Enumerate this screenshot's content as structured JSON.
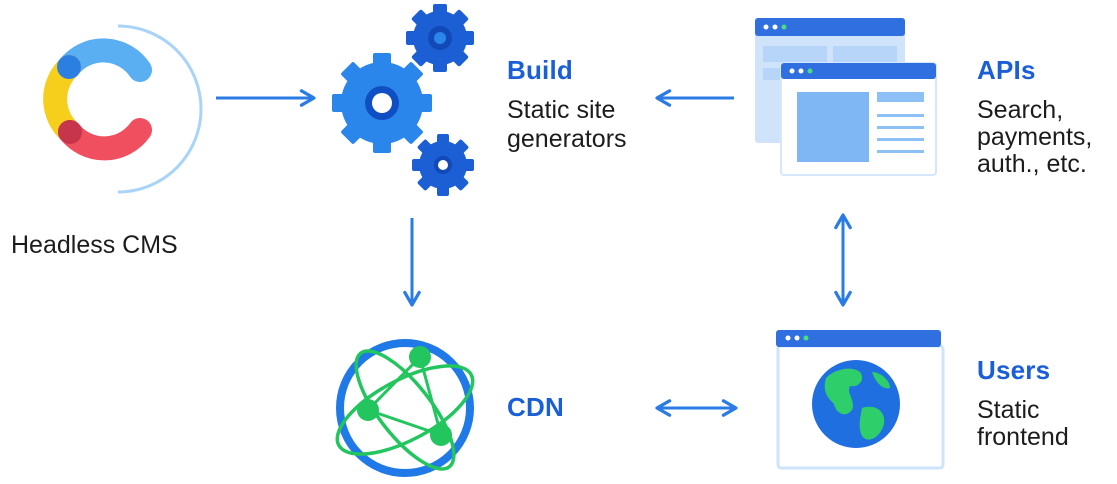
{
  "nodes": {
    "cms": {
      "label": "Headless CMS",
      "icon": "contentful-logo-icon"
    },
    "build": {
      "title": "Build",
      "description": [
        "Static site",
        "generators"
      ],
      "icon": "gears-icon"
    },
    "apis": {
      "title": "APIs",
      "description": [
        "Search,",
        "payments,",
        "auth., etc."
      ],
      "icon": "browser-windows-icon"
    },
    "cdn": {
      "title": "CDN",
      "icon": "network-globe-icon"
    },
    "users": {
      "title": "Users",
      "description": [
        "Static",
        "frontend"
      ],
      "icon": "browser-globe-icon"
    }
  },
  "edges": [
    {
      "from": "cms",
      "to": "build",
      "direction": "forward"
    },
    {
      "from": "apis",
      "to": "build",
      "direction": "forward"
    },
    {
      "from": "build",
      "to": "cdn",
      "direction": "forward"
    },
    {
      "from": "cdn",
      "to": "users",
      "direction": "both"
    },
    {
      "from": "apis",
      "to": "users",
      "direction": "both"
    }
  ],
  "colors": {
    "heading": "#1a5fd6",
    "text": "#1c1c1c",
    "arrow": "#2a7be4",
    "gear_light": "#2a86ea",
    "gear_dark": "#1c5fd4",
    "window_dark": "#2f6fe0",
    "window_light": "#cfe3fb",
    "globe_ocean": "#1f6fe0",
    "land": "#2ecf6a",
    "node_green": "#22c55e"
  }
}
